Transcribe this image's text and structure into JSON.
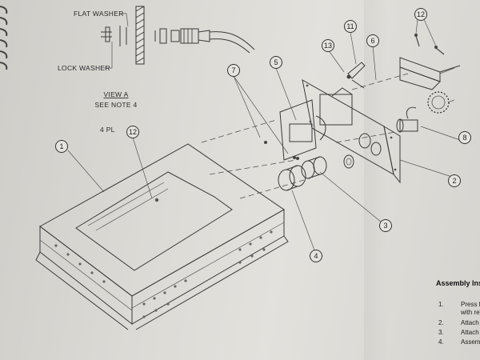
{
  "view_a": {
    "flat_washer": "FLAT WASHER",
    "lock_washer": "LOCK WASHER",
    "title": "VIEW A",
    "note": "SEE NOTE 4"
  },
  "callouts": {
    "qty_4pl": "4 PL",
    "n1": "1",
    "n2": "2",
    "n3": "3",
    "n4": "4",
    "n5": "5",
    "n6": "6",
    "n7": "7",
    "n8": "8",
    "n11": "11",
    "n12a": "12",
    "n12b": "12",
    "n13": "13"
  },
  "assembly": {
    "title": "Assembly Inst",
    "steps": [
      {
        "num": "1.",
        "text": "Press f",
        "text2": "with ret"
      },
      {
        "num": "2.",
        "text": "Attach"
      },
      {
        "num": "3.",
        "text": "Attach"
      },
      {
        "num": "4.",
        "text": "Assem"
      }
    ]
  }
}
